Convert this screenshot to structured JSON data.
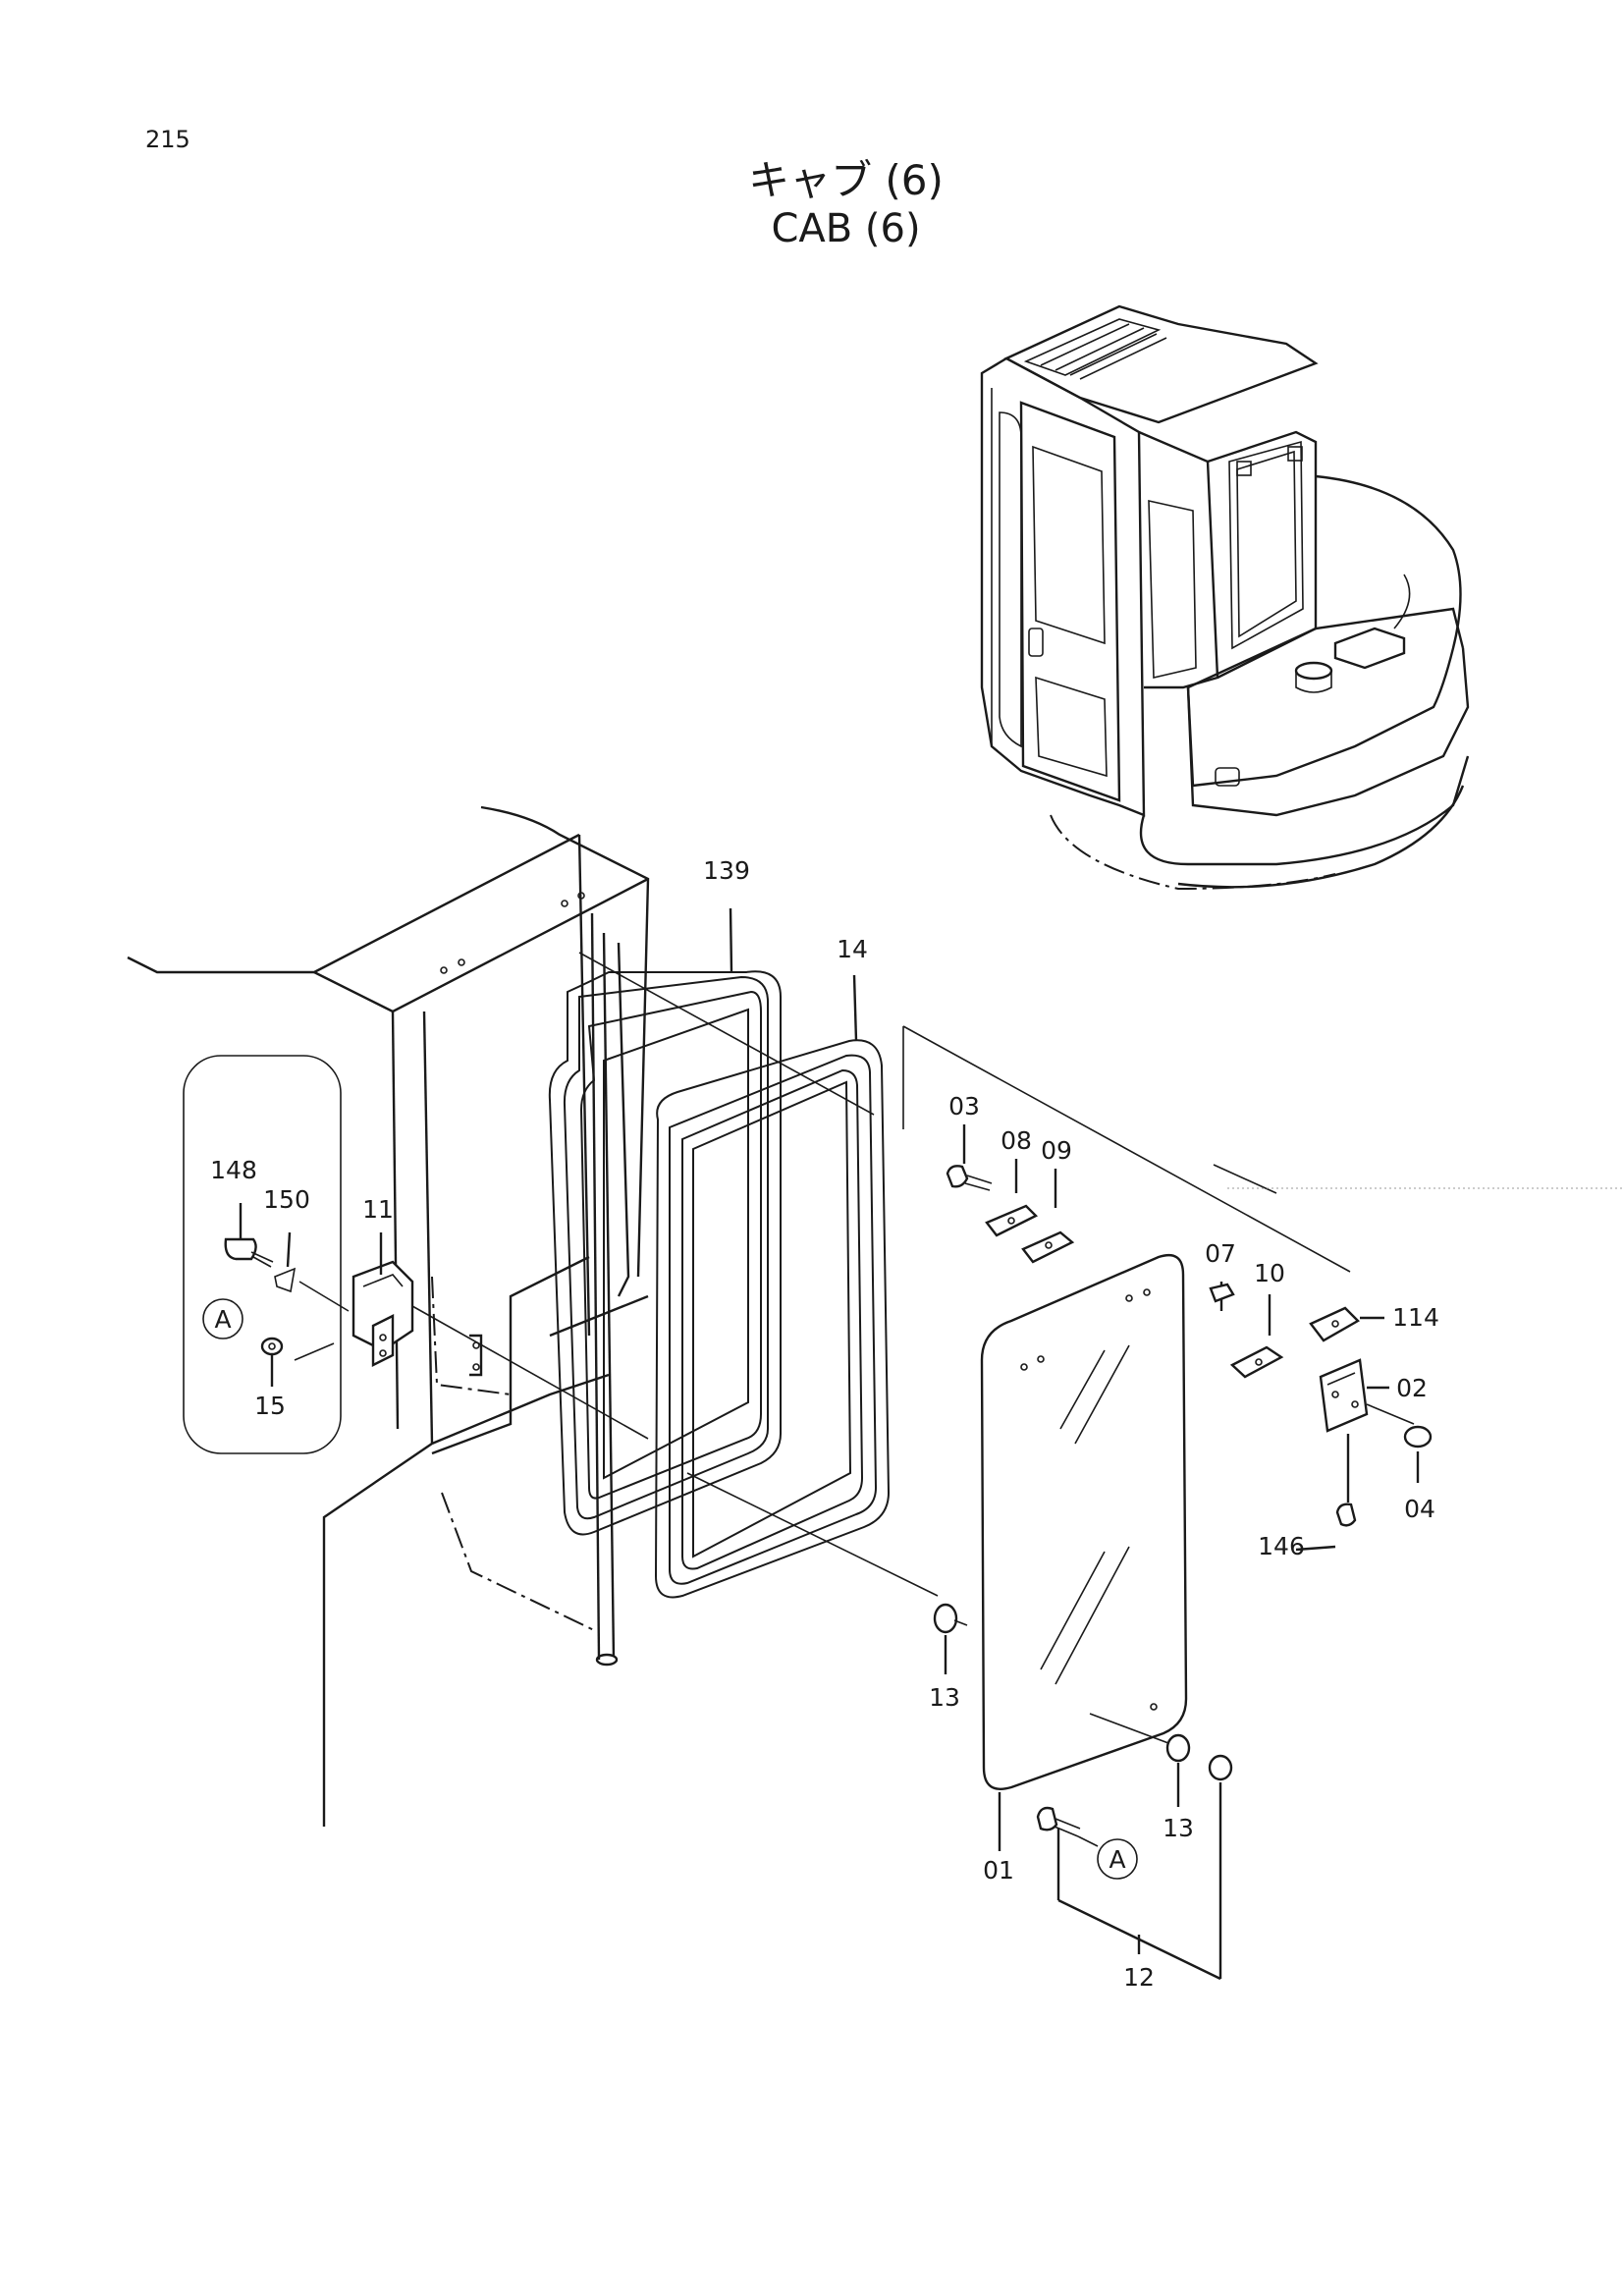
{
  "page": {
    "number": "215"
  },
  "title": {
    "japanese": "キャブ (6)",
    "english": "CAB (6)"
  },
  "detail_callout": {
    "label": "A"
  },
  "part_labels": {
    "p139": "139",
    "p14": "14",
    "p03": "03",
    "p08": "08",
    "p09": "09",
    "p148": "148",
    "p150": "150",
    "p11": "11",
    "p15": "15",
    "p07": "07",
    "p10": "10",
    "p114": "114",
    "p02": "02",
    "p04": "04",
    "p146": "146",
    "p13a": "13",
    "p13b": "13",
    "p01": "01",
    "p12": "12"
  }
}
